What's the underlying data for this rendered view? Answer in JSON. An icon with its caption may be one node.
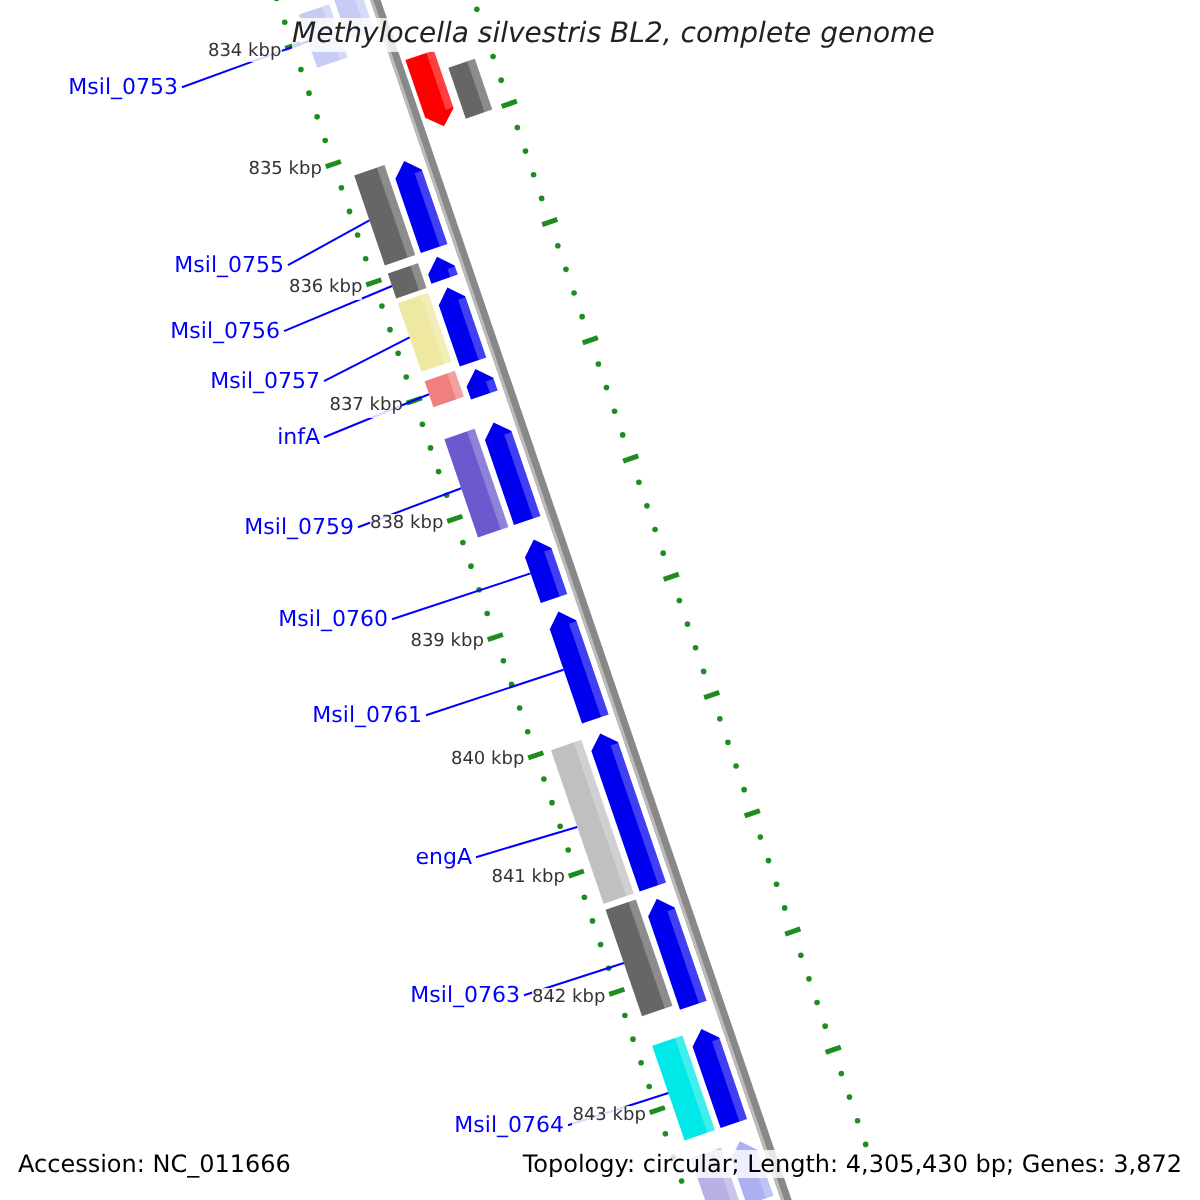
{
  "diagram": {
    "title": "Methylocella silvestris BL2, complete genome",
    "nodes": [
      {
        "text": [
          "Msil_0753"
        ]
      },
      {
        "text": [
          "Msil_0755"
        ]
      },
      {
        "text": [
          "Msil_0756"
        ]
      },
      {
        "text": [
          "Msil_0757"
        ]
      },
      {
        "text": [
          "infA"
        ]
      },
      {
        "text": [
          "Msil_0759"
        ]
      },
      {
        "text": [
          "Msil_0760"
        ]
      },
      {
        "text": [
          "Msil_0761"
        ]
      },
      {
        "text": [
          "engA"
        ]
      },
      {
        "text": [
          "Msil_0763"
        ]
      },
      {
        "text": [
          "Msil_0764"
        ]
      },
      {
        "text": [],
        "shape": "bar"
      },
      {
        "text": [],
        "shape": "bar"
      },
      {
        "text": [],
        "shape": "bar"
      },
      {
        "text": [],
        "shape": "bar"
      },
      {
        "text": [],
        "shape": "bar"
      },
      {
        "text": [],
        "shape": "bar"
      },
      {
        "text": [],
        "shape": "arrow"
      },
      {
        "text": [],
        "shape": "arrow"
      },
      {
        "text": [],
        "shape": "bar"
      },
      {
        "text": [],
        "shape": "bar"
      },
      {
        "text": [],
        "shape": "bar"
      }
    ],
    "edges": [
      {
        "from": 0,
        "to": 11,
        "arrow": "none"
      },
      {
        "from": 1,
        "to": 12,
        "arrow": "none"
      },
      {
        "from": 2,
        "to": 13,
        "arrow": "none"
      },
      {
        "from": 3,
        "to": 14,
        "arrow": "none"
      },
      {
        "from": 4,
        "to": 15,
        "arrow": "none"
      },
      {
        "from": 5,
        "to": 16,
        "arrow": "none"
      },
      {
        "from": 6,
        "to": 17,
        "arrow": "none"
      },
      {
        "from": 7,
        "to": 18,
        "arrow": "none"
      },
      {
        "from": 8,
        "to": 19,
        "arrow": "none"
      },
      {
        "from": 9,
        "to": 20,
        "arrow": "none"
      },
      {
        "from": 10,
        "to": 21,
        "arrow": "none"
      }
    ],
    "labels": [
      "834 kbp",
      "835 kbp",
      "836 kbp",
      "837 kbp",
      "838 kbp",
      "839 kbp",
      "840 kbp",
      "841 kbp",
      "842 kbp",
      "843 kbp",
      "Accession: NC_011666",
      "Topology: circular; Length: 4,305,430 bp; Genes: 3,872"
    ]
  }
}
